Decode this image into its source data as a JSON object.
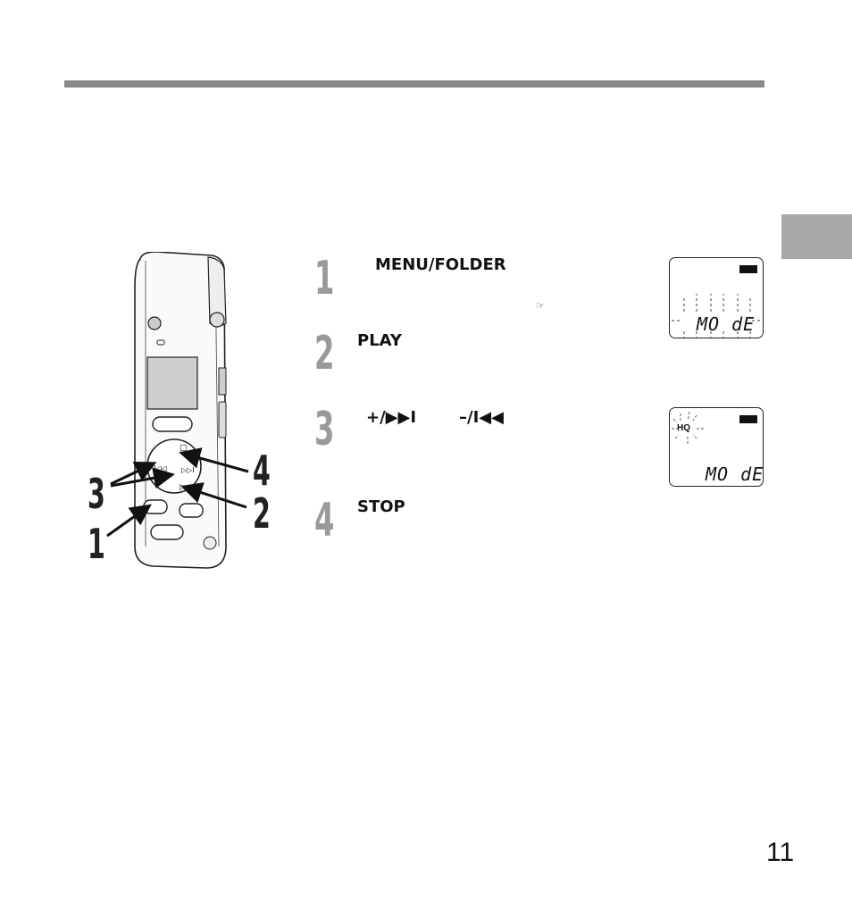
{
  "page": {
    "number": "11"
  },
  "steps": [
    {
      "num": "1",
      "label": "MENU/FOLDER",
      "ref_icon": "pointing-hand-icon"
    },
    {
      "num": "2",
      "label": "PLAY"
    },
    {
      "num": "3",
      "label_plus": "+/▶▶I",
      "label_minus": "–/I◀◀"
    },
    {
      "num": "4",
      "label": "STOP"
    }
  ],
  "displays": [
    {
      "text": "MO dE",
      "battery_icon": "battery-icon",
      "blinking": true
    },
    {
      "indicator": "HQ",
      "text": "MO dE",
      "battery_icon": "battery-icon",
      "indicator_blinking": true
    }
  ],
  "callouts": [
    "3",
    "1",
    "4",
    "2"
  ],
  "device_buttons": {
    "stop": "□",
    "play": "▷",
    "fast_forward": "▷▷I",
    "rewind": "I◁◁"
  },
  "colors": {
    "rule": "#8a8a8a",
    "tab": "#a8a8a8",
    "step_number": "#9a9a9a"
  }
}
